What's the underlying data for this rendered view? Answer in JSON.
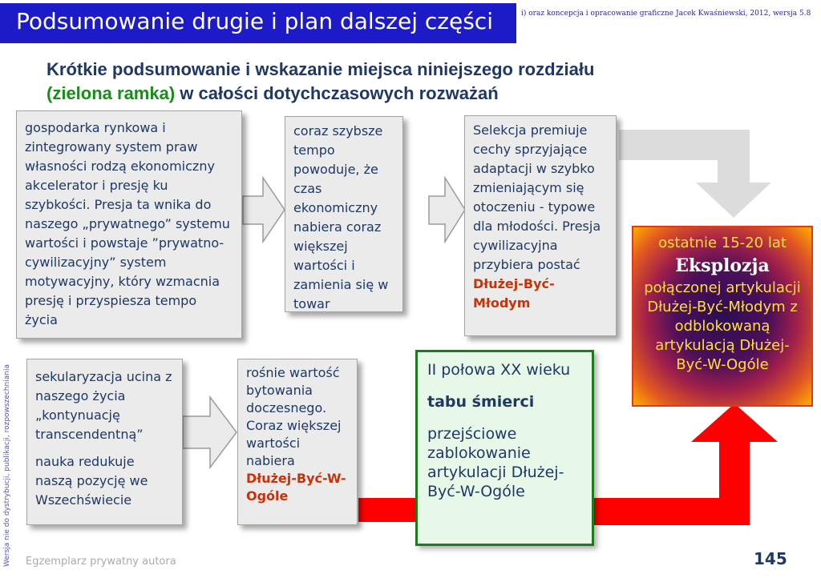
{
  "header": {
    "title": "Podsumowanie drugie i plan dalszej części",
    "credits": "i) oraz koncepcja i opracowanie graficzne Jacek Kwaśniewski, 2012,  wersja 5.8"
  },
  "heading": {
    "line1": "Krótkie podsumowanie i wskazanie miejsca niniejszego rozdziału",
    "green": "(zielona ramka)",
    "line2_rest": " w całości dotychczasowych rozważań"
  },
  "boxes": {
    "market": "gospodarka rynkowa i zintegrowany system praw własności rodzą ekonomiczny akcelerator i presję ku szybkości. Presja ta wnika do naszego „prywatnego” systemu wartości i powstaje ”prywatno-cywilizacyjny” system motywacyjny, który wzmacnia presję i przyspiesza tempo życia",
    "tempo": "coraz szybsze tempo powoduje, że czas ekonomiczny nabiera coraz większej wartości i zamienia się w towar",
    "selection": "Selekcja premiuje cechy sprzyjające adaptacji w szybko zmieniającym się otoczeniu - typowe dla młodości. Presja cywilizacyjna przybiera postać ",
    "selection_red": "Dłużej-Być-Młodym",
    "secular_1": "sekularyzacja ucina z naszego życia „kontynuację transcendentną”",
    "secular_2": "nauka redukuje naszą pozycję we Wszechświecie",
    "value": "rośnie wartość bytowania doczesnego. Coraz większej wartości nabiera ",
    "value_red": "Dłużej-Być-W-Ogóle",
    "green_1": "II połowa XX wieku",
    "green_2": "tabu śmierci",
    "green_3": "przejściowe zablokowanie artykulacji Dłużej-Być-W-Ogóle",
    "explosion_1": "ostatnie 15-20 lat",
    "explosion_2": "Eksplozja",
    "explosion_3": "połączonej artykulacji Dłużej-Być-Młodym z odblokowaną artykulacją Dłużej-Być-W-Ogóle"
  },
  "footer": {
    "side_note": "Wersja nie do dystrybucji, publikacji, rozpowszechniania",
    "copy": "Egzemplarz prywatny autora",
    "page": "145"
  },
  "colors": {
    "title_bg": "#1d1bc7",
    "heading": "#1f3864",
    "green": "#1a8c1a",
    "red_text": "#c8320a",
    "arrow_red": "#ff0000",
    "box_fill": "#ebebeb"
  }
}
